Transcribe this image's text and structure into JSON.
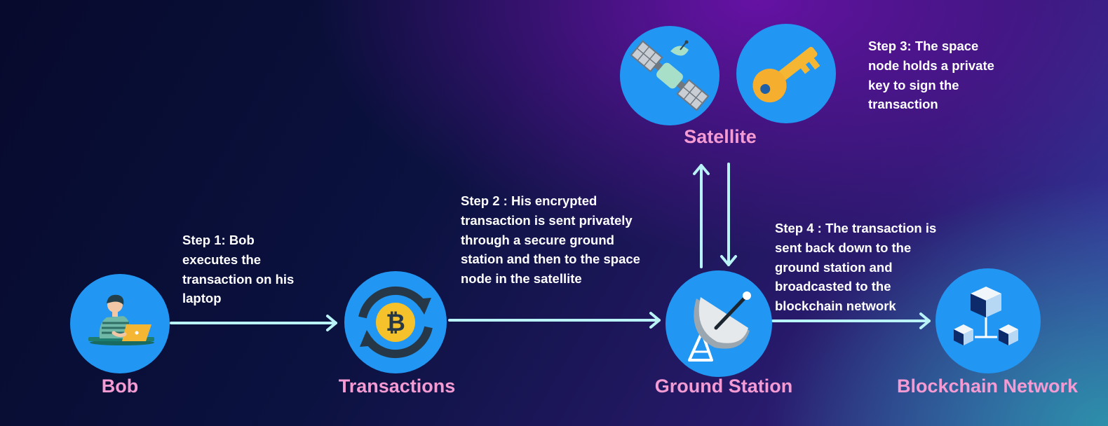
{
  "nodes": {
    "bob": {
      "label": "Bob",
      "icon": "person-laptop-icon"
    },
    "transactions": {
      "label": "Transactions",
      "icon": "bitcoin-exchange-icon"
    },
    "ground_station": {
      "label": "Ground Station",
      "icon": "satellite-dish-icon"
    },
    "blockchain": {
      "label": "Blockchain Network",
      "icon": "blocks-network-icon"
    },
    "satellite": {
      "label": "Satellite",
      "icon": "satellite-icon"
    },
    "key": {
      "icon": "key-icon"
    }
  },
  "steps": {
    "step1": "Step 1: Bob executes the transaction on his laptop",
    "step2": "Step 2 : His encrypted transaction is sent privately through a secure ground station and then to the space node in the satellite",
    "step3": "Step 3: The space node holds a private key to sign the transaction",
    "step4": "Step 4 : The transaction is sent back down to the ground station and broadcasted to the blockchain network"
  },
  "colors": {
    "node_circle": "#2196f3",
    "label": "#f59bd3",
    "arrow": "#b9f3f7",
    "text": "#ffffff"
  }
}
